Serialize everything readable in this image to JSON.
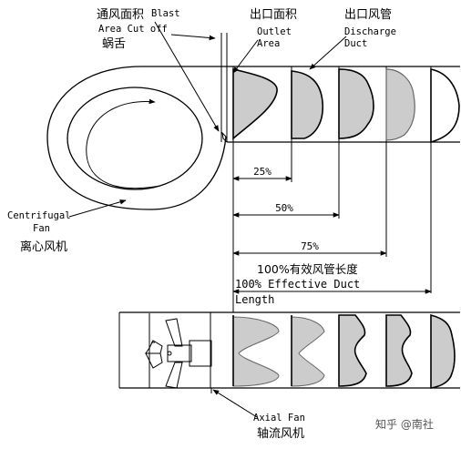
{
  "labels": {
    "blast_area_cn": "通风面积",
    "blast_area_en_1": "Blast",
    "blast_area_en_2": "Area Cut off",
    "volute_tongue_cn": "蜗舌",
    "outlet_area_cn": "出口面积",
    "outlet_area_en_1": "Outlet",
    "outlet_area_en_2": "Area",
    "discharge_duct_cn": "出口风管",
    "discharge_duct_en_1": "Discharge",
    "discharge_duct_en_2": "Duct",
    "centrifugal_fan_en_1": "Centrifugal",
    "centrifugal_fan_en_2": "Fan",
    "centrifugal_fan_cn": "离心风机",
    "axial_fan_en": "Axial Fan",
    "axial_fan_cn": "轴流风机",
    "effective_duct_cn": "100%有效风管长度",
    "effective_duct_en_1": "100% Effective Duct",
    "effective_duct_en_2": "Length",
    "watermark": "知乎 @南社"
  },
  "dimensions": [
    {
      "label": "25%",
      "fraction": 0.25
    },
    {
      "label": "50%",
      "fraction": 0.5
    },
    {
      "label": "75%",
      "fraction": 0.75
    },
    {
      "label": "100%",
      "fraction": 1.0
    }
  ],
  "colors": {
    "profile_fill": "#cccccc",
    "line": "#000000",
    "background": "#ffffff"
  }
}
